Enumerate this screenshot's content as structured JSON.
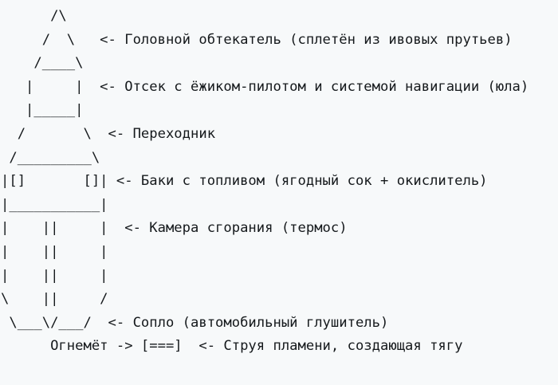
{
  "document": {
    "kind": "ascii-art-diagram",
    "title": "Схема ракеты",
    "background_color": "#f7f9fa",
    "text_color": "#15191c"
  },
  "art": {
    "lines": [
      "      /\\",
      "     /  \\   <- Головной обтекатель (сплетён из ивовых прутьев)",
      "    /____\\",
      "   |     |  <- Отсек с ёжиком-пилотом и системой навигации (юла)",
      "   |_____|",
      "  /       \\  <- Переходник",
      " /_________\\",
      "|[]       []| <- Баки с топливом (ягодный сок + окислитель)",
      "|___________|",
      "|    ||     |  <- Камера сгорания (термос)",
      "|    ||     |",
      "|    ||     |",
      "\\    ||     /",
      " \\___\\/___/  <- Сопло (автомобильный глушитель)",
      "      Огнемёт -> [===]  <- Струя пламени, создающая тягу"
    ],
    "full_text": "      /\\\n     /  \\   <- Головной обтекатель (сплетён из ивовых прутьев)\n    /____\\\n   |     |  <- Отсек с ёжиком-пилотом и системой навигации (юла)\n   |_____|\n  /       \\  <- Переходник\n /_________\\\n|[]       []| <- Баки с топливом (ягодный сок + окислитель)\n|___________|\n|    ||     |  <- Камера сгорания (термос)\n|    ||     |\n|    ||     |\n\\    ||     /\n \\___\\/___/  <- Сопло (автомобильный глушитель)\n      Огнемёт -> [===]  <- Струя пламени, создающая тягу"
  },
  "annotations": [
    {
      "arrow": "<-",
      "label": "Головной обтекатель (сплетён из ивовых прутьев)",
      "part": "Головной обтекатель",
      "detail": "сплетён из ивовых прутьев",
      "line": 2
    },
    {
      "arrow": "<-",
      "label": "Отсек с ёжиком-пилотом и системой навигации (юла)",
      "part": "Отсек с ёжиком-пилотом и системой навигации",
      "detail": "юла",
      "line": 4
    },
    {
      "arrow": "<-",
      "label": "Переходник",
      "part": "Переходник",
      "detail": "",
      "line": 6
    },
    {
      "arrow": "<-",
      "label": "Баки с топливом (ягодный сок + окислитель)",
      "part": "Баки с топливом",
      "detail": "ягодный сок + окислитель",
      "line": 8
    },
    {
      "arrow": "<-",
      "label": "Камера сгорания (термос)",
      "part": "Камера сгорания",
      "detail": "термос",
      "line": 10
    },
    {
      "arrow": "<-",
      "label": "Сопло (автомобильный глушитель)",
      "part": "Сопло",
      "detail": "автомобильный глушитель",
      "line": 14
    },
    {
      "arrow": "->",
      "label": "Огнемёт",
      "part": "Огнемёт",
      "detail": "",
      "line": 15
    },
    {
      "arrow": "<-",
      "label": "Струя пламени, создающая тягу",
      "part": "Струя пламени, создающая тягу",
      "detail": "",
      "line": 15
    }
  ]
}
